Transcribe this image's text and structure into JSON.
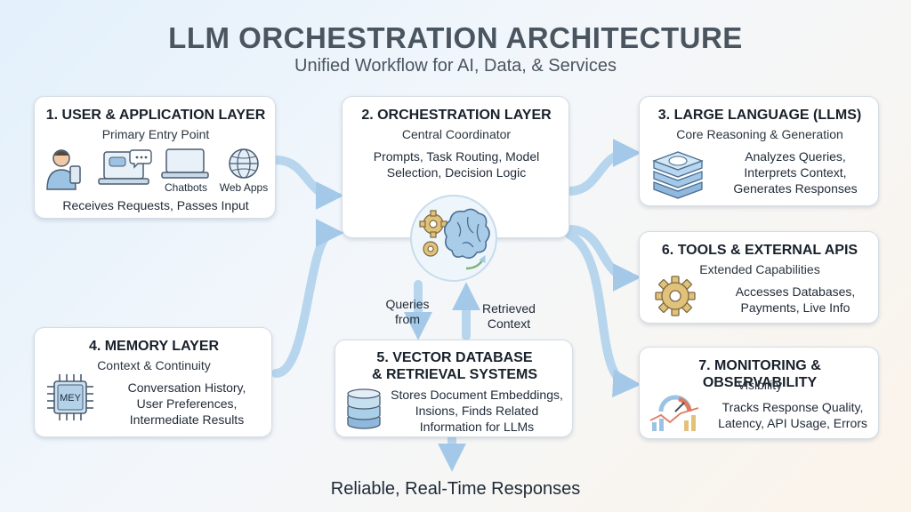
{
  "header": {
    "title": "LLM ORCHESTRATION ARCHITECTURE",
    "subtitle": "Unified Workflow for AI, Data, & Services"
  },
  "boxes": {
    "user": {
      "heading": "1. USER & APPLICATION LAYER",
      "subheading": "Primary Entry Point",
      "icon_labels": [
        "Chatbots",
        "Web Apps"
      ],
      "description": "Receives Requests, Passes Input",
      "icons": [
        "user-phone-icon",
        "laptop-chat-icon",
        "laptop-icon",
        "globe-icon"
      ]
    },
    "orchestration": {
      "heading": "2. ORCHESTRATION LAYER",
      "subheading": "Central Coordinator",
      "description_lines": [
        "Prompts, Task Routing, Model",
        "Selection, Decision Logic"
      ],
      "icons": [
        "gears-brain-icon"
      ]
    },
    "llms": {
      "heading": "3. LARGE LANGUAGE (LLMS)",
      "subheading": "Core Reasoning & Generation",
      "description_lines": [
        "Analyzes Queries,",
        "Interprets Context,",
        "Generates Responses"
      ],
      "icons": [
        "layered-brain-stack-icon"
      ]
    },
    "memory": {
      "heading": "4. MEMORY LAYER",
      "subheading": "Context & Continuity",
      "description_lines": [
        "Conversation History,",
        "User Preferences,",
        "Intermediate Results"
      ],
      "chip_text": "MEY",
      "icons": [
        "memory-chip-icon"
      ]
    },
    "vector": {
      "heading_lines": [
        "5. VECTOR DATABASE",
        "& RETRIEVAL SYSTEMS"
      ],
      "description_lines": [
        "Stores Document Embeddings,",
        "Insions, Finds Related",
        "Information for LLMs"
      ],
      "icons": [
        "database-stack-icon"
      ]
    },
    "tools": {
      "heading": "6. TOOLS & EXTERNAL APIS",
      "subheading": "Extended Capabilities",
      "description_lines": [
        "Accesses Databases,",
        "Payments, Live Info"
      ],
      "icons": [
        "gear-icon"
      ]
    },
    "monitoring": {
      "heading": "7. MONITORING & OBSERVABILITY",
      "subheading": "Visibility",
      "description_lines": [
        "Tracks Response Quality,",
        "Latency, API Usage, Errors"
      ],
      "icons": [
        "dashboard-chart-icon"
      ]
    }
  },
  "flow_labels": {
    "queries": [
      "Queries",
      "from"
    ],
    "retrieved": [
      "Retrieved",
      "Context"
    ]
  },
  "footer": {
    "text": "Reliable, Real-Time Responses"
  },
  "colors": {
    "arrow": "#b7d6ee",
    "arrow_head": "#a4c9e8",
    "box_border": "#d4dde6",
    "icon_blue": "#9cc3e4",
    "icon_gold": "#e2c27a"
  }
}
